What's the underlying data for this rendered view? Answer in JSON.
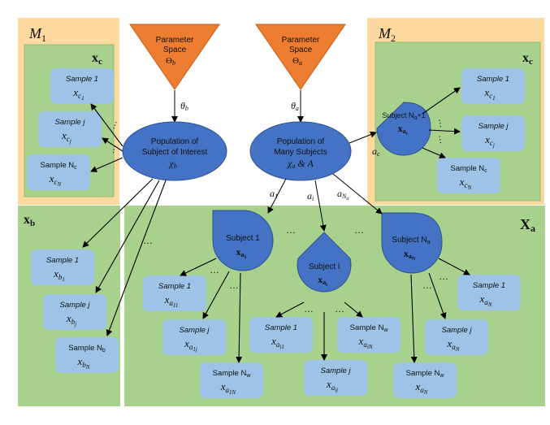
{
  "regions": {
    "m1_label": "M",
    "m1_sub": "1",
    "m2_label": "M",
    "m2_sub": "2",
    "xc_label": "x",
    "xc_sub": "c",
    "xb_label": "x",
    "xb_sub": "b",
    "xa_label": "X",
    "xa_sub": "a"
  },
  "parameter_spaces": {
    "b": {
      "line1": "Parameter",
      "line2": "Space",
      "symbol": "Θ",
      "sub": "b"
    },
    "a": {
      "line1": "Parameter",
      "line2": "Space",
      "symbol": "Θ",
      "sub": "a"
    }
  },
  "edge_labels": {
    "theta_b": "θ",
    "theta_b_sub": "b",
    "theta_a": "θ",
    "theta_a_sub": "a",
    "a_c": "a",
    "a_c_sub": "c",
    "a_1": "a",
    "a_1_sub": "1",
    "a_i": "a",
    "a_i_sub": "i",
    "a_Na": "a",
    "a_Na_sub": "N",
    "a_Na_subsub": "α"
  },
  "populations": {
    "b": {
      "line1": "Population of",
      "line2": "Subject of Interest",
      "symbol": "χ",
      "sub": "b"
    },
    "a": {
      "line1": "Population of",
      "line2": "Many Subjects",
      "symbol": "χ",
      "sub": "a",
      "extra": " & A"
    }
  },
  "subjects": {
    "s1": {
      "label": "Subject 1",
      "sym": "x",
      "sub": "a",
      "subsub": "1"
    },
    "si": {
      "label": "Subject i",
      "sym": "x",
      "sub": "a",
      "subsub": "i"
    },
    "sN": {
      "label": "Subject N",
      "label_sub": "α",
      "sym": "x",
      "sub": "a",
      "subsub": "N"
    },
    "sc": {
      "label": "Subject N",
      "label_sub": "α",
      "label_suffix": "+1",
      "sym": "x",
      "sub": "a",
      "subsub": "c"
    }
  },
  "samples": {
    "c_left": [
      {
        "label": "Sample 1",
        "sym": "x",
        "sub": "c",
        "subsub": "1"
      },
      {
        "label": "Sample j",
        "sym": "x",
        "sub": "c",
        "subsub": "j"
      },
      {
        "label": "Sample N",
        "label_sub": "c",
        "sym": "x",
        "sub": "c",
        "subsub": "N"
      }
    ],
    "c_right": [
      {
        "label": "Sample 1",
        "sym": "x",
        "sub": "c",
        "subsub": "1"
      },
      {
        "label": "Sample j",
        "sym": "x",
        "sub": "c",
        "subsub": "j"
      },
      {
        "label": "Sample N",
        "label_sub": "c",
        "sym": "x",
        "sub": "c",
        "subsub": "N"
      }
    ],
    "b": [
      {
        "label": "Sample 1",
        "sym": "x",
        "sub": "b",
        "subsub": "1"
      },
      {
        "label": "Sample j",
        "sym": "x",
        "sub": "b",
        "subsub": "j"
      },
      {
        "label": "Sample N",
        "label_sub": "b",
        "sym": "x",
        "sub": "b",
        "subsub": "N"
      }
    ],
    "a1": [
      {
        "label": "Sample 1",
        "sym": "x",
        "sub": "a",
        "subsub": "11"
      },
      {
        "label": "Sample j",
        "sym": "x",
        "sub": "a",
        "subsub": "1j"
      },
      {
        "label": "Sample N",
        "label_sub": "w",
        "sym": "x",
        "sub": "a",
        "subsub": "1N"
      }
    ],
    "ai": [
      {
        "label": "Sample 1",
        "sym": "x",
        "sub": "a",
        "subsub": "i1"
      },
      {
        "label": "Sample j",
        "sym": "x",
        "sub": "a",
        "subsub": "ij"
      },
      {
        "label": "Sample N",
        "label_sub": "w",
        "sym": "x",
        "sub": "a",
        "subsub": "iN"
      }
    ],
    "aN": [
      {
        "label": "Sample 1",
        "sym": "x",
        "sub": "a",
        "subsub": "N"
      },
      {
        "label": "Sample j",
        "sym": "x",
        "sub": "a",
        "subsub": "N"
      },
      {
        "label": "Sample N",
        "label_sub": "w",
        "sym": "x",
        "sub": "a",
        "subsub": "N"
      }
    ]
  },
  "ellipsis": "…",
  "colors": {
    "orange_region": "#fdd9a0",
    "green_region": "#a9d18e",
    "green_border": "#8fbf6d",
    "sample_fill": "#9dc3e6",
    "node_fill": "#4472c4",
    "triangle_fill": "#ed7d31"
  }
}
